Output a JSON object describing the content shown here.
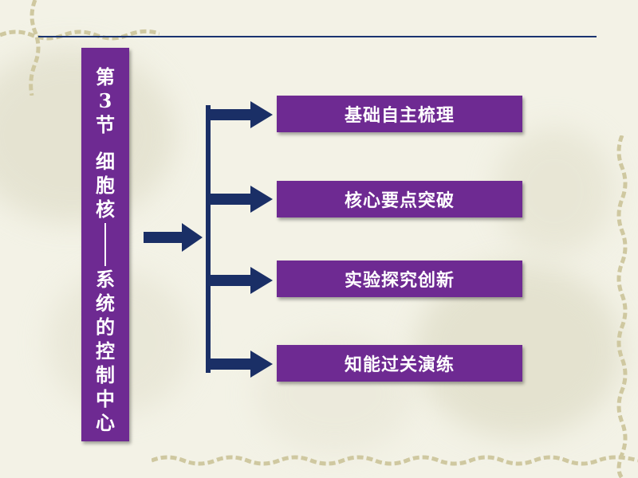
{
  "title_panel": {
    "part1": "第\n3\n节",
    "part2": "细\n胞\n核",
    "part3": "系\n统\n的\n控\n制\n中\n心"
  },
  "menu": [
    {
      "label": "基础自主梳理"
    },
    {
      "label": "核心要点突破"
    },
    {
      "label": "实验探究创新"
    },
    {
      "label": "知能过关演练"
    }
  ],
  "colors": {
    "panel": "#6e2a92",
    "arrow": "#1a2f66",
    "rule": "#1a3470",
    "background": "#f3f2e6"
  }
}
